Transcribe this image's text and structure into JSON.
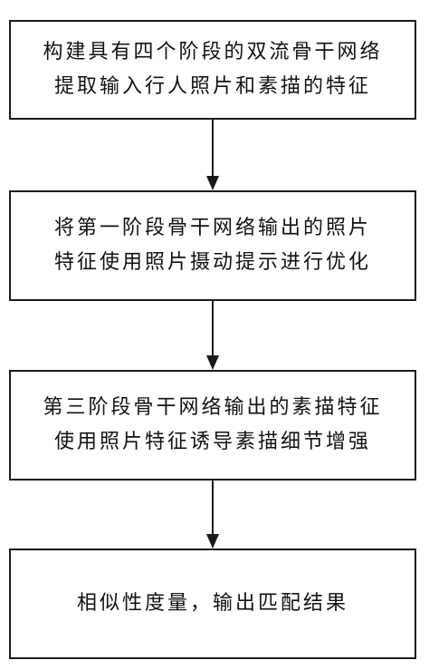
{
  "steps": [
    {
      "lines": [
        "构建具有四个阶段的双流骨干网络",
        "提取输入行人照片和素描的特征"
      ]
    },
    {
      "lines": [
        "将第一阶段骨干网络输出的照片",
        "特征使用照片摄动提示进行优化"
      ]
    },
    {
      "lines": [
        "第三阶段骨干网络输出的素描特征",
        "使用照片特征诱导素描细节增强"
      ]
    },
    {
      "lines": [
        "相似性度量，输出匹配结果"
      ]
    }
  ]
}
